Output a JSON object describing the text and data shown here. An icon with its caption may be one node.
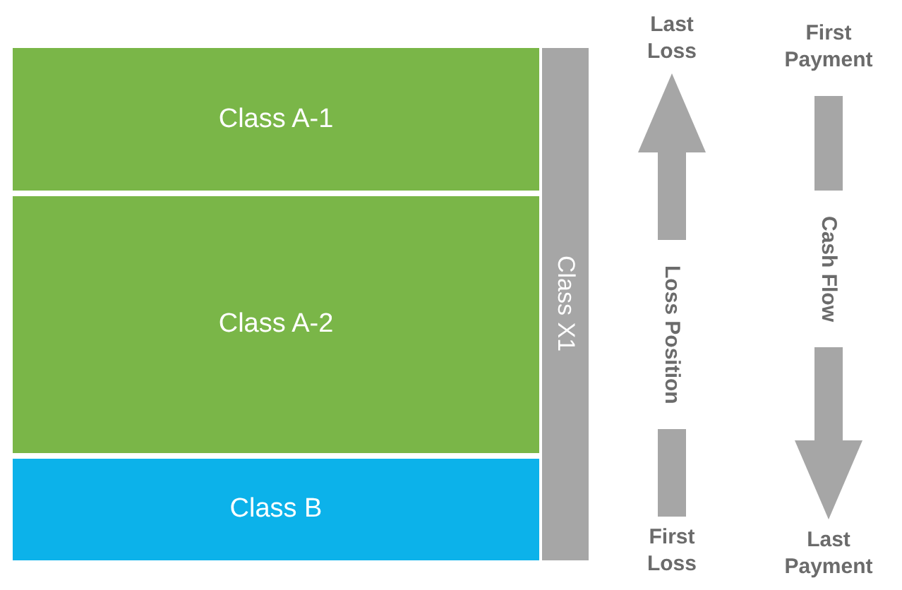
{
  "diagram": {
    "nodes": [
      {
        "text": [
          "Class A-1"
        ]
      },
      {
        "text": [
          "Class A-2"
        ]
      },
      {
        "text": [
          "Class B"
        ]
      },
      {
        "text": [
          "Class X1"
        ]
      },
      {
        "text": [
          "Last Loss"
        ]
      },
      {
        "text": [
          "First Loss"
        ]
      },
      {
        "text": [
          "First Payment"
        ]
      },
      {
        "text": [
          "Last Payment"
        ]
      }
    ],
    "edges": [
      {
        "from": 5,
        "to": 4,
        "label": "Loss Position",
        "arrow": "to"
      },
      {
        "from": 6,
        "to": 7,
        "label": "Cash Flow",
        "arrow": "to"
      }
    ]
  }
}
